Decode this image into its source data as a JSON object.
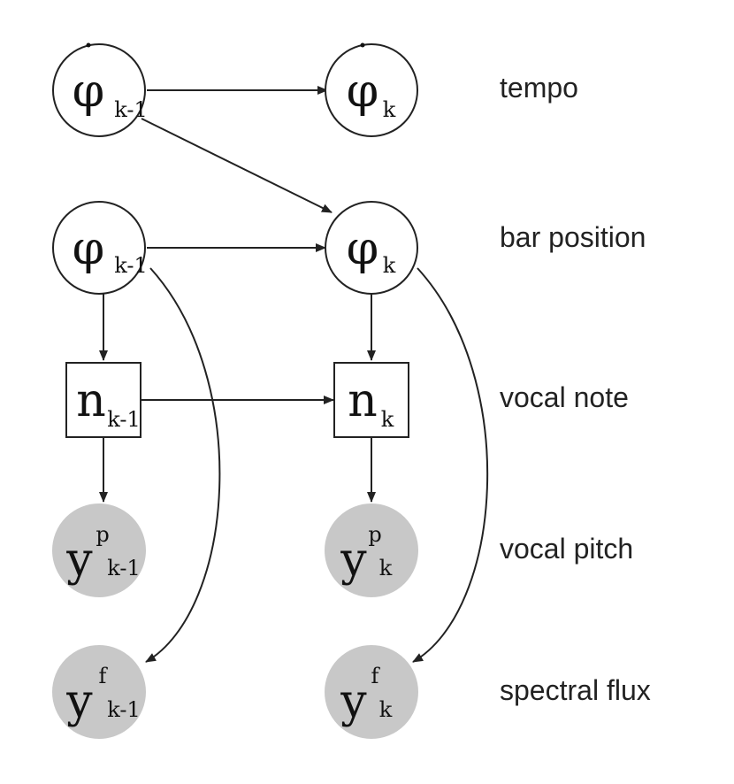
{
  "row_labels": {
    "tempo": "tempo",
    "bar_position": "bar position",
    "vocal_note": "vocal note",
    "vocal_pitch": "vocal pitch",
    "spectral_flux": "spectral flux"
  },
  "nodes": {
    "tempo_prev": {
      "symbol": "φ",
      "dot": "˙",
      "sub": "k-1"
    },
    "tempo_curr": {
      "symbol": "φ",
      "dot": "˙",
      "sub": "k"
    },
    "bar_prev": {
      "symbol": "φ",
      "sub": "k-1"
    },
    "bar_curr": {
      "symbol": "φ",
      "sub": "k"
    },
    "note_prev": {
      "symbol": "n",
      "sub": "k-1"
    },
    "note_curr": {
      "symbol": "n",
      "sub": "k"
    },
    "pitch_prev": {
      "symbol": "y",
      "sup": "p",
      "sub": "k-1"
    },
    "pitch_curr": {
      "symbol": "y",
      "sup": "p",
      "sub": "k"
    },
    "flux_prev": {
      "symbol": "y",
      "sup": "f",
      "sub": "k-1"
    },
    "flux_curr": {
      "symbol": "y",
      "sup": "f",
      "sub": "k"
    }
  },
  "colors": {
    "stroke": "#222222",
    "observed_fill": "#c8c8c8",
    "hidden_fill": "#ffffff"
  }
}
